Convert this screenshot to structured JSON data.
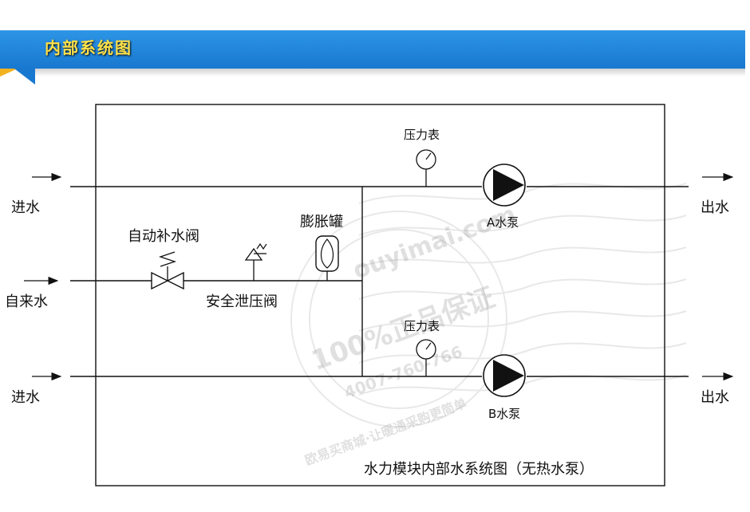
{
  "header": {
    "title": "内部系统图"
  },
  "diagram": {
    "inlet_top": "进水",
    "inlet_city": "自来水",
    "inlet_bottom": "进水",
    "outlet_top": "出水",
    "outlet_bottom": "出水",
    "makeup_valve": "自动补水阀",
    "safety_valve": "安全泄压阀",
    "expansion_tank": "膨胀罐",
    "gauge_top": "压力表",
    "gauge_bottom": "压力表",
    "pump_a": "A水泵",
    "pump_b": "B水泵",
    "caption": "水力模块内部水系统图（无热水泵）"
  },
  "watermark": {
    "url": "ouyimai.com",
    "guarantee": "100%正品保证",
    "phone": "4007-760-766",
    "slogan": "欧易买商城·让暖通采购更简单"
  },
  "colors": {
    "banner": "#1f86db",
    "title": "#ffe14a",
    "line": "#111111"
  }
}
